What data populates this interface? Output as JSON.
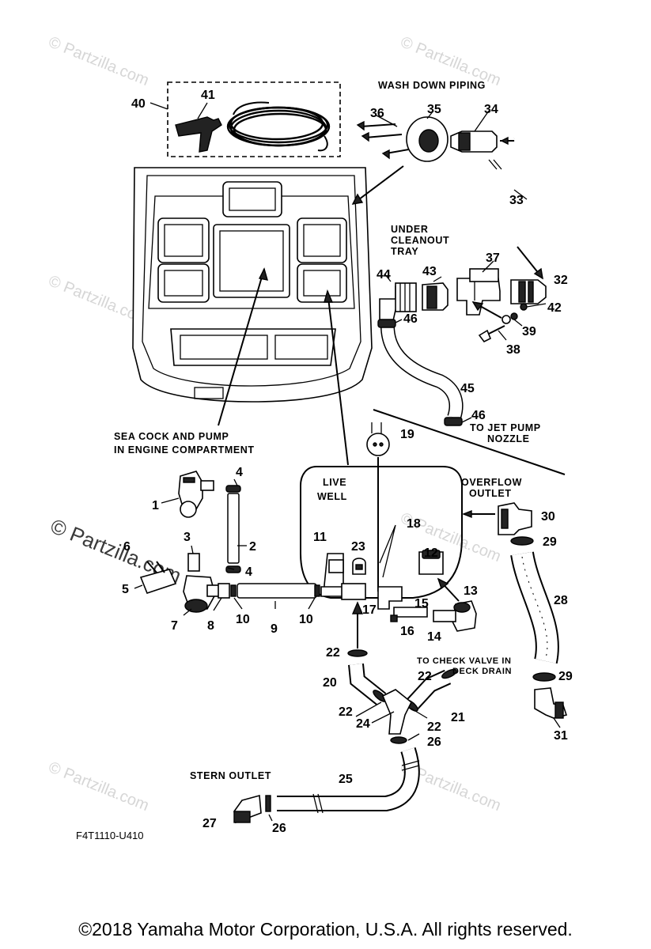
{
  "figure_code": "F4T1110-U410",
  "copyright": "©2018  Yamaha Motor Corporation, U.S.A. All rights reserved.",
  "watermarks": {
    "small": "© Partzilla.com",
    "large": "© Partzilla.com"
  },
  "captions": {
    "wash_down_piping": "WASH DOWN PIPING",
    "under_cleanout_tray": [
      "UNDER",
      "CLEANOUT",
      "TRAY"
    ],
    "sea_cock": [
      "SEA COCK AND PUMP",
      "IN ENGINE COMPARTMENT"
    ],
    "to_jet_pump": [
      "TO JET PUMP",
      "NOZZLE"
    ],
    "live_well": [
      "LIVE",
      "WELL"
    ],
    "overflow_outlet": [
      "OVERFLOW",
      "OUTLET"
    ],
    "to_check_valve": [
      "TO CHECK VALVE IN",
      "DECK DRAIN"
    ],
    "stern_outlet": "STERN OUTLET"
  },
  "part_numbers": [
    "1",
    "2",
    "3",
    "4",
    "4",
    "5",
    "6",
    "7",
    "8",
    "9",
    "10",
    "10",
    "11",
    "12",
    "13",
    "14",
    "15",
    "16",
    "17",
    "18",
    "19",
    "20",
    "21",
    "22",
    "22",
    "22",
    "22",
    "23",
    "24",
    "25",
    "26",
    "26",
    "27",
    "28",
    "29",
    "29",
    "30",
    "31",
    "32",
    "33",
    "34",
    "35",
    "36",
    "37",
    "38",
    "39",
    "40",
    "41",
    "42",
    "43",
    "44",
    "45",
    "46",
    "46"
  ]
}
